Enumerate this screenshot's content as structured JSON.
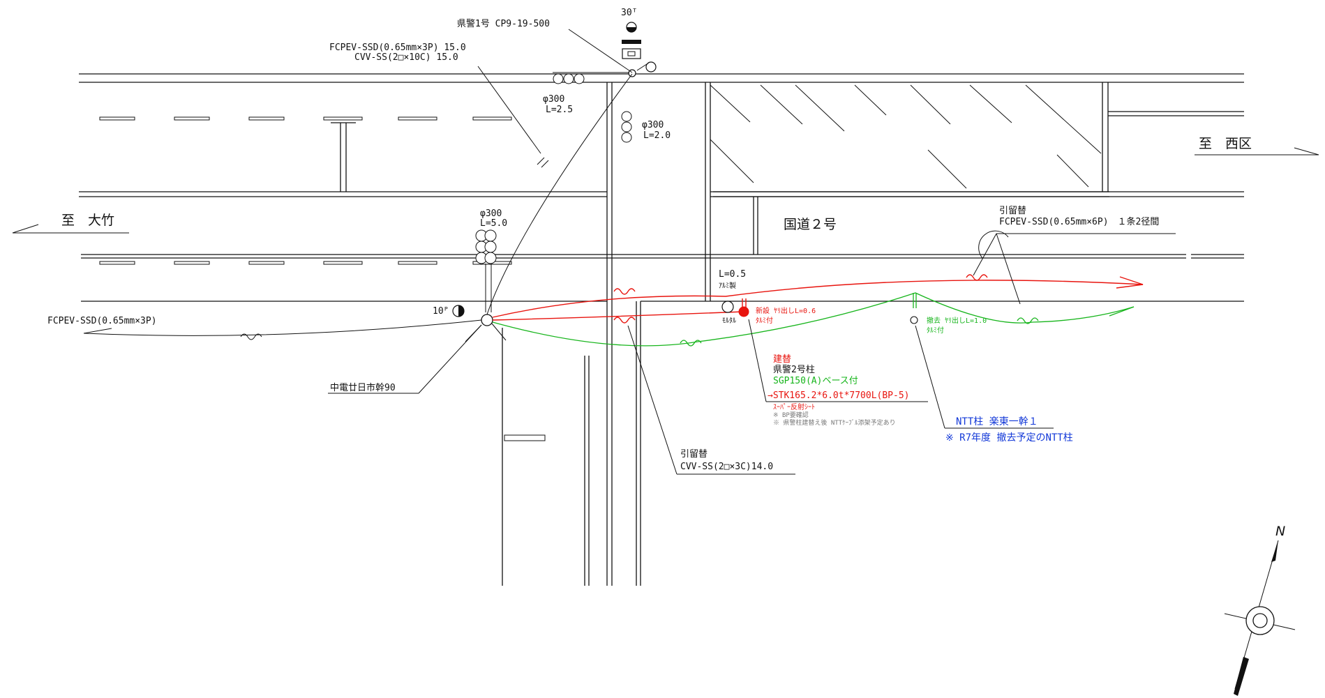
{
  "colors": {
    "existing": "#111111",
    "new_cable": "#e8140e",
    "removed_cable": "#17b51c",
    "ntt": "#1238d8"
  },
  "directions": {
    "west": "至　大竹",
    "east": "至　西区",
    "north": "N"
  },
  "road_name": "国道２号",
  "top_pole": {
    "label": "県警1号 CP9-19-500",
    "height": "30ᵀ",
    "cable_1": "FCPEV-SSD(0.65mm×3P) 15.0",
    "cable_2": "CVV-SS(2□×10C) 15.0"
  },
  "ducts": {
    "d1": "φ300",
    "d1_len": "L=2.5",
    "d2": "φ300",
    "d2_len": "L=2.0",
    "d3": "φ300",
    "d3_len": "L=5.0",
    "d4": "L=0.5",
    "d4_mat": "ｱﾙﾐ製"
  },
  "left_pole": {
    "height": "10ᴾ",
    "cable": "FCPEV-SSD(0.65mm×3P)",
    "owner": "中電廿日市幹90"
  },
  "new_pole": {
    "mortar": "ﾓﾙﾀﾙ",
    "riser": "新設 ﾔﾘ出しL=0.6",
    "riser_note": "ﾀﾙﾐ付",
    "action": "建替",
    "name": "県警2号柱",
    "old_spec": "SGP150(A)ベース付",
    "new_spec": "→STK165.2*6.0t*7700L(BP-5)",
    "sheet": "ｽｰﾊﾟｰ反射ｼｰﾄ",
    "note_1": "※ BP要確認",
    "note_2": "※ 県警柱建替え後 NTTｹｰﾌﾞﾙ添架予定あり"
  },
  "right_pole": {
    "riser": "撤去 ﾔﾘ出しL=1.0",
    "riser_note": "ﾀﾙﾐ付",
    "ntt_name": "NTT柱 楽東一幹１",
    "ntt_note": "※ R7年度 撤去予定のNTT柱"
  },
  "retension_east": {
    "title": "引留替",
    "cable": "FCPEV-SSD(0.65mm×6P)　１条2径間"
  },
  "retension_south": {
    "title": "引留替",
    "cable": "CVV-SS(2□×3C)14.0"
  }
}
